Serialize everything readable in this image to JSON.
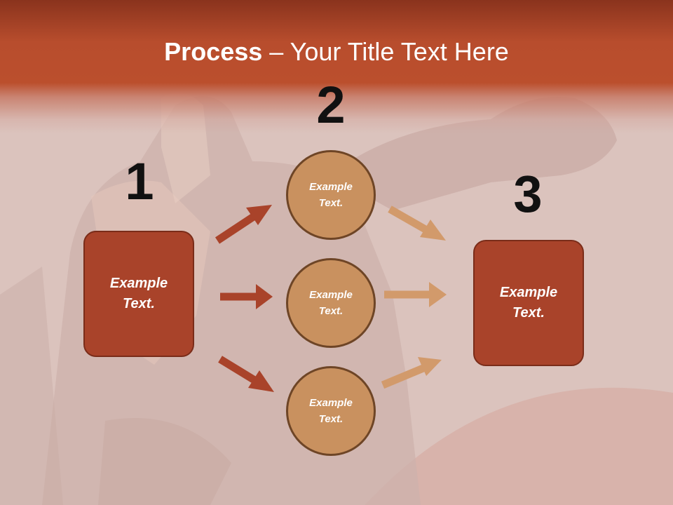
{
  "title": {
    "bold": "Process",
    "rest": " – Your Title Text Here"
  },
  "steps": [
    {
      "number": "1",
      "label": "Example Text."
    },
    {
      "number": "2",
      "labels": [
        "Example Text.",
        "Example Text.",
        "Example Text."
      ]
    },
    {
      "number": "3",
      "label": "Example Text."
    }
  ],
  "colors": {
    "header": "#b84d2d",
    "box_fill": "#a9432a",
    "circle_fill": "#c9915f",
    "arrow_dark": "#a9432a",
    "arrow_light": "#d29a6b"
  }
}
